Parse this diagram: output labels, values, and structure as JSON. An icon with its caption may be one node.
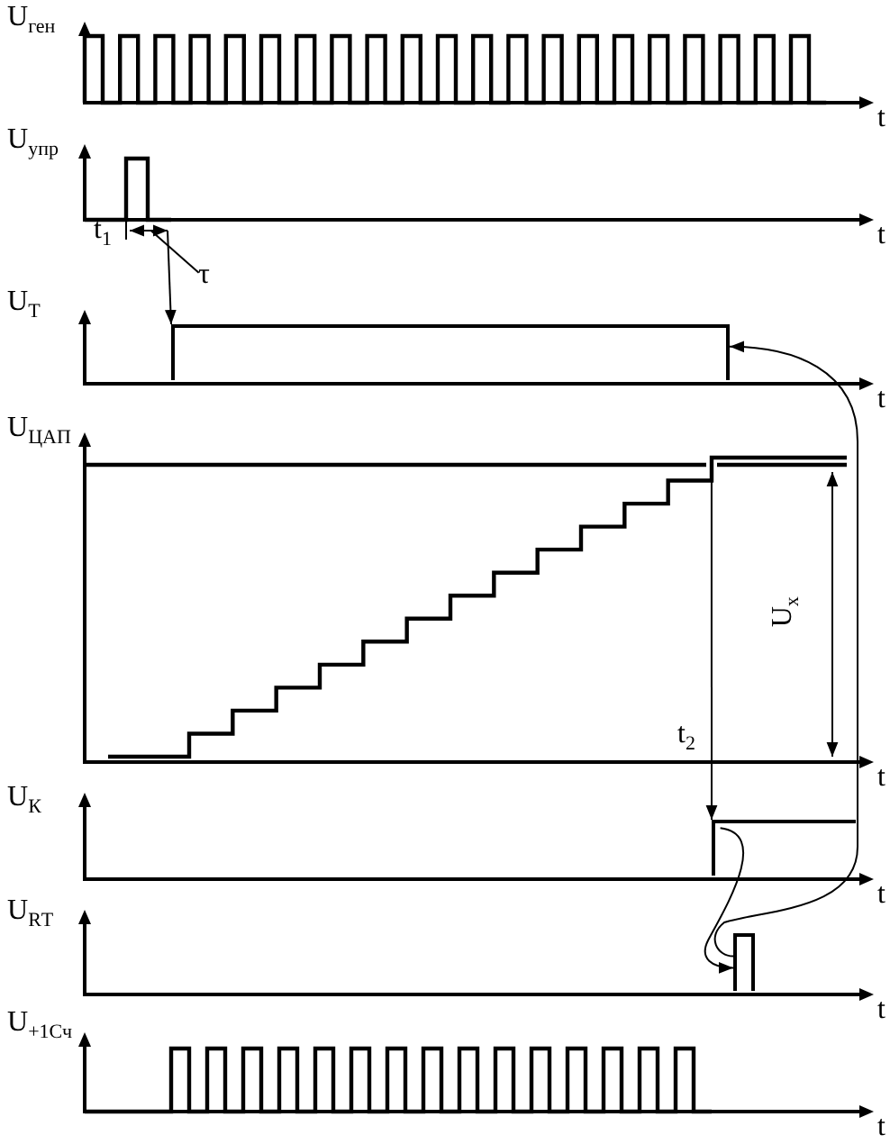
{
  "diagram": {
    "nodes": [
      {
        "text": [
          "τ"
        ]
      },
      {
        "text": [],
        "shape": "bar"
      },
      {
        "text": [],
        "shape": "step"
      },
      {
        "text": [],
        "shape": "bar"
      },
      {
        "text": [],
        "shape": "dimension",
        "beside": [
          "t$_{1}$"
        ]
      },
      {
        "text": [],
        "shape": "staircase"
      }
    ],
    "edges": [
      {
        "from": 0,
        "to": 4,
        "arrow": "none"
      },
      {
        "from": 4,
        "to": 1,
        "arrow": "to"
      },
      {
        "from": 5,
        "to": 2,
        "arrow": "to"
      },
      {
        "from": 2,
        "to": 3,
        "arrow": "to"
      },
      {
        "from": 3,
        "to": 1,
        "arrow": "to"
      }
    ],
    "labels": [
      "U$_{ген}$",
      "t",
      "U$_{упр}$",
      "t",
      "U$_{T}$",
      "t",
      "U$_{ЦАП}$",
      "U$_{x}$",
      "t$_{2}$",
      "t",
      "U$_{К}$",
      "t",
      "U$_{R}$$_{T}$",
      "t",
      "U$_{+1Сч}$",
      "t"
    ]
  }
}
